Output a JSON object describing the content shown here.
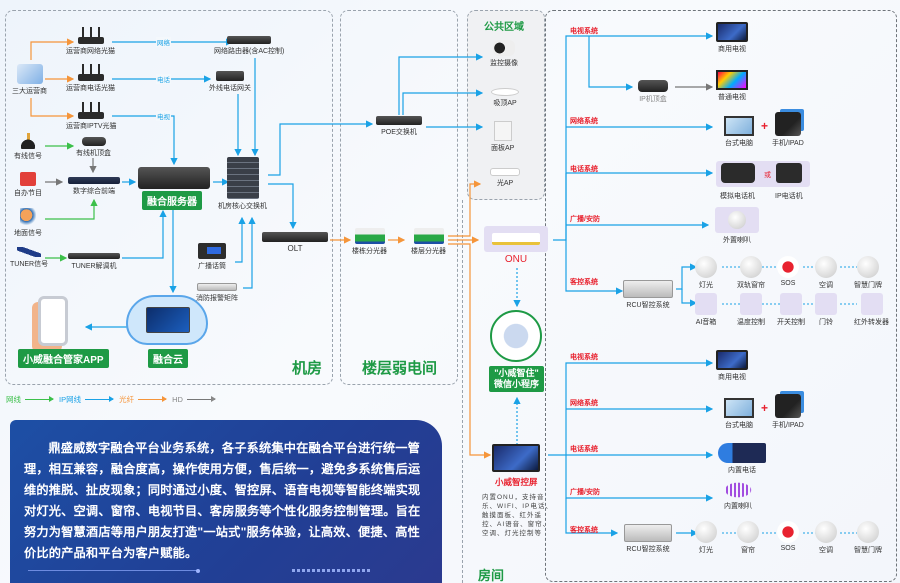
{
  "zones": {
    "machine_room": "机房",
    "floor_room": "楼层弱电间",
    "public_area": "公共区域",
    "guest_room": "房间"
  },
  "legend": [
    {
      "label": "网线",
      "color": "#3cc04a"
    },
    {
      "label": "IP网线",
      "color": "#1aa2e6"
    },
    {
      "label": "光纤",
      "color": "#f5953a"
    },
    {
      "label": "HD",
      "color": "#777777"
    }
  ],
  "machine_room": {
    "carriers": "三大运营商",
    "net_modem": "运营商网络光猫",
    "phone_modem": "运营商电话光猫",
    "iptv_modem": "运营商IPTV光猫",
    "router": "网络路由器(含AC控制)",
    "phone_gateway": "外线电话网关",
    "cable_signal": "有线信号",
    "cable_stb": "有线机顶盒",
    "self_program": "自办节目",
    "digital_headend": "数字综合前端",
    "terrestrial": "地面信号",
    "tuner_signal": "TUNER信号",
    "tuner_demod": "TUNER解调机",
    "fusion_server": "融合服务器",
    "core_switch": "机房核心交换机",
    "broadcast_mic": "广播话筒",
    "fire_matrix": "消防报警矩阵",
    "olt": "OLT",
    "cloud": "融合云",
    "app": "小威融合管家APP",
    "edge_net": "网络",
    "edge_phone": "电话",
    "edge_tv": "电视"
  },
  "floor": {
    "building_splitter": "楼栋分光器",
    "floor_splitter": "楼层分光器",
    "poe_switch": "POE交换机"
  },
  "public": {
    "camera": "监控摄像",
    "ceiling_ap": "吸顶AP",
    "panel_ap": "面板AP",
    "optical_ap": "光AP"
  },
  "upper_room": {
    "tv_system": "电视系统",
    "commercial_tv": "商用电视",
    "ip_stb": "IP机顶盒",
    "normal_tv": "普通电视",
    "network_system": "网络系统",
    "desktop": "台式电脑",
    "mobile": "手机/IPAD",
    "plus": "+",
    "phone_system": "电话系统",
    "analog_phone": "模拟电话机",
    "or": "或",
    "ip_phone": "IP电话机",
    "broadcast_system": "广播/安防",
    "speaker": "外置喇叭",
    "control_system": "客控系统",
    "rcu": "RCU智控系统",
    "row1": [
      "灯光",
      "双轨窗帘",
      "SOS",
      "空调",
      "智慧门牌"
    ],
    "row2": [
      "AI音箱",
      "温度控制",
      "开关控制",
      "门铃",
      "红外转发器"
    ]
  },
  "onu": "ONU",
  "mini_program": {
    "line1": "\"小威智住\"",
    "line2": "微信小程序"
  },
  "lower_room": {
    "screen_name": "小威智控屏",
    "screen_desc": "内置ONU，支持音乐、WIFI、IP电话、触摸面板、红外遥控、AI语音、窗帘、空调、灯光控制等",
    "tv_system": "电视系统",
    "commercial_tv": "商用电视",
    "network_system": "网络系统",
    "desktop": "台式电脑",
    "plus": "+",
    "mobile": "手机/IPAD",
    "phone_system": "电话系统",
    "builtin_phone": "内置电话",
    "broadcast_system": "广播/安防",
    "builtin_speaker": "内置喇叭",
    "control_system": "客控系统",
    "rcu": "RCU智控系统",
    "row": [
      "灯光",
      "窗帘",
      "SOS",
      "空调",
      "智慧门牌"
    ]
  },
  "description": "鼎盛威数字融合平台业务系统，各子系统集中在融合平台进行统一管理，相互兼容，融合度高，操作使用方便，售后统一，避免多系统售后运维的推脱、扯皮现象；同时通过小度、智控屏、语音电视等智能终端实现对灯光、空调、窗帘、电视节目、客房服务等个性化服务控制管理。旨在努力为智慧酒店等用户朋友打造\"一站式\"服务体验，让高效、便捷、高性价比的产品和平台为客户赋能。"
}
